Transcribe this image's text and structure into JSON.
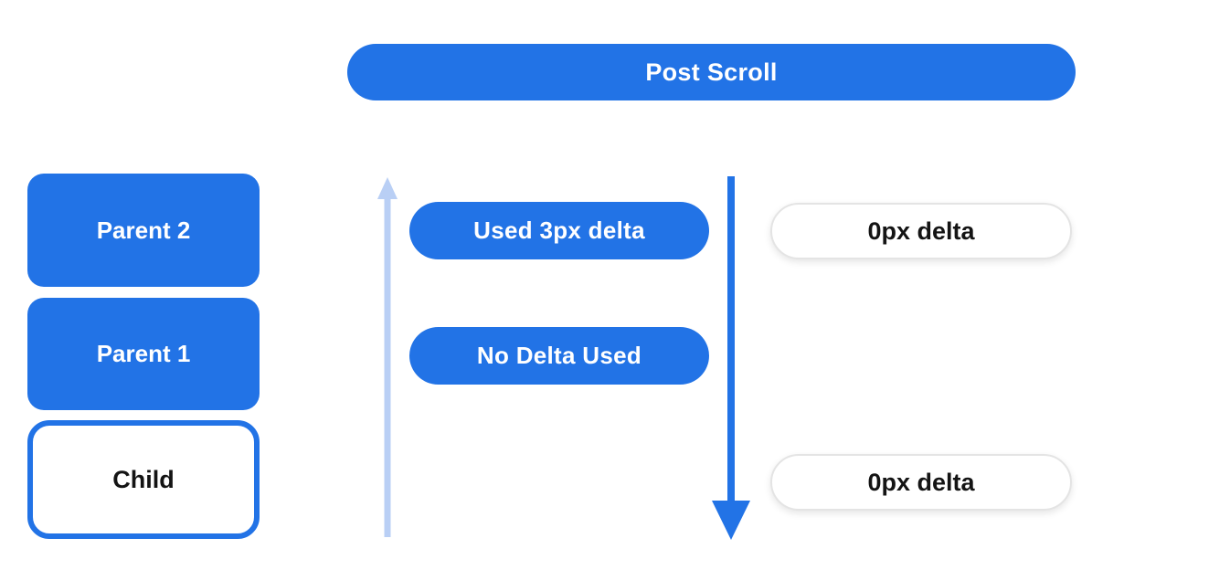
{
  "colors": {
    "blue": "#2273e6",
    "light_blue": "#b9cff5",
    "white_pill_border": "#e4e4e4",
    "text_dark": "#141414",
    "text_light": "#ffffff"
  },
  "header": {
    "label": "Post Scroll"
  },
  "view_stack": {
    "items": [
      {
        "label": "Parent 2",
        "variant": "filled"
      },
      {
        "label": "Parent 1",
        "variant": "filled"
      },
      {
        "label": "Child",
        "variant": "outlined"
      }
    ]
  },
  "consumed_column": {
    "pills": [
      {
        "label": "Used 3px delta"
      },
      {
        "label": "No Delta Used"
      }
    ]
  },
  "remaining_column": {
    "pills": [
      {
        "label": "0px delta"
      },
      {
        "label": "0px delta"
      }
    ]
  },
  "icons": {
    "up_arrow": "scroll-up-arrow",
    "down_arrow": "scroll-down-arrow"
  }
}
